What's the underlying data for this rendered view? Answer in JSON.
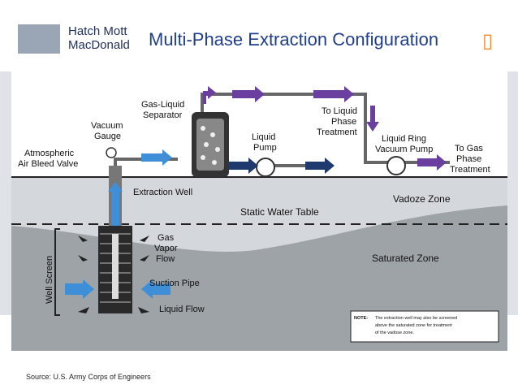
{
  "header": {
    "logo_line1": "Hatch Mott",
    "logo_line2": "MacDonald",
    "title": "Multi-Phase Extraction Configuration",
    "corner_icon": "box-icon"
  },
  "diagram": {
    "labels": {
      "gas_liquid_separator_1": "Gas-Liquid",
      "gas_liquid_separator_2": "Separator",
      "vacuum_gauge_1": "Vacuum",
      "vacuum_gauge_2": "Gauge",
      "atmospheric_1": "Atmospheric",
      "atmospheric_2": "Air Bleed Valve",
      "extraction_well": "Extraction Well",
      "liquid_pump_1": "Liquid",
      "liquid_pump_2": "Pump",
      "to_liquid_1": "To Liquid",
      "to_liquid_2": "Phase",
      "to_liquid_3": "Treatment",
      "liquid_ring_1": "Liquid Ring",
      "liquid_ring_2": "Vacuum Pump",
      "to_gas_1": "To Gas",
      "to_gas_2": "Phase",
      "to_gas_3": "Treatment",
      "vadoze_zone": "Vadoze Zone",
      "static_water_table": "Static Water Table",
      "saturated_zone": "Saturated Zone",
      "well_screen": "Well Screen",
      "gas_vapor_1": "Gas",
      "gas_vapor_2": "Vapor",
      "gas_vapor_3": "Flow",
      "suction_pipe": "Suction Pipe",
      "liquid_flow": "Liquid Flow",
      "note_head": "NOTE:",
      "note_1": "The extraction well may also be screened",
      "note_2": "above the saturated zone for treatment",
      "note_3": "of the vadose zone."
    }
  },
  "footer": {
    "source": "Source: U.S. Army Corps of Engineers"
  },
  "colors": {
    "title": "#1f3f8c",
    "blue_arrow": "#3f8fd8",
    "navy_arrow": "#1f3a6e",
    "purple_arrow": "#6a3fa0",
    "band": "#dfe3e8"
  }
}
